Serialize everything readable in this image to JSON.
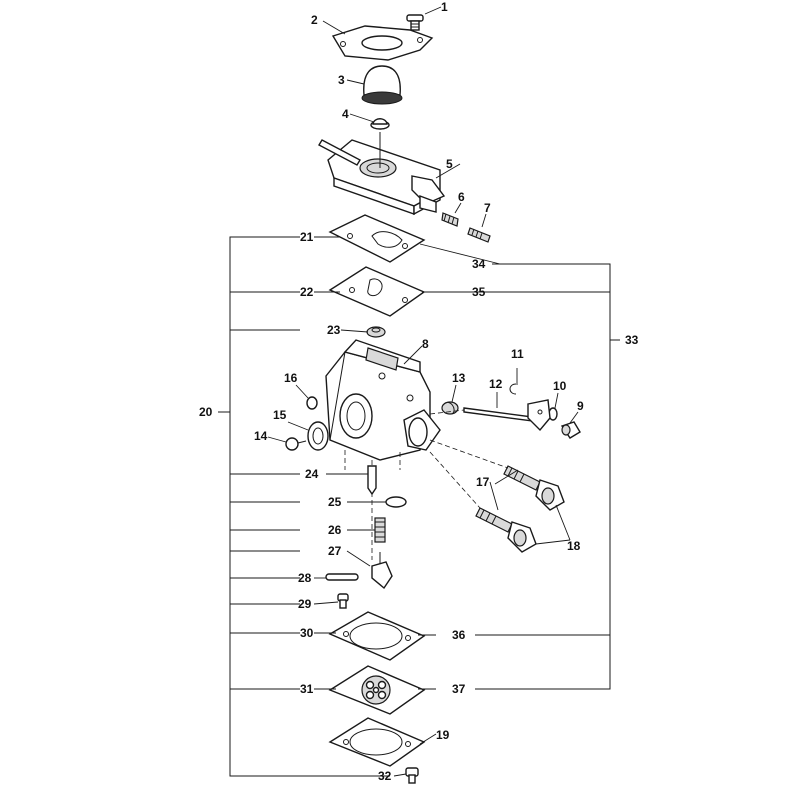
{
  "callouts": [
    "1",
    "2",
    "3",
    "4",
    "5",
    "6",
    "7",
    "8",
    "9",
    "10",
    "11",
    "12",
    "13",
    "14",
    "15",
    "16",
    "17",
    "18",
    "19",
    "20",
    "21",
    "22",
    "23",
    "24",
    "25",
    "26",
    "27",
    "28",
    "29",
    "30",
    "31",
    "32",
    "33",
    "34",
    "35",
    "36",
    "37"
  ]
}
